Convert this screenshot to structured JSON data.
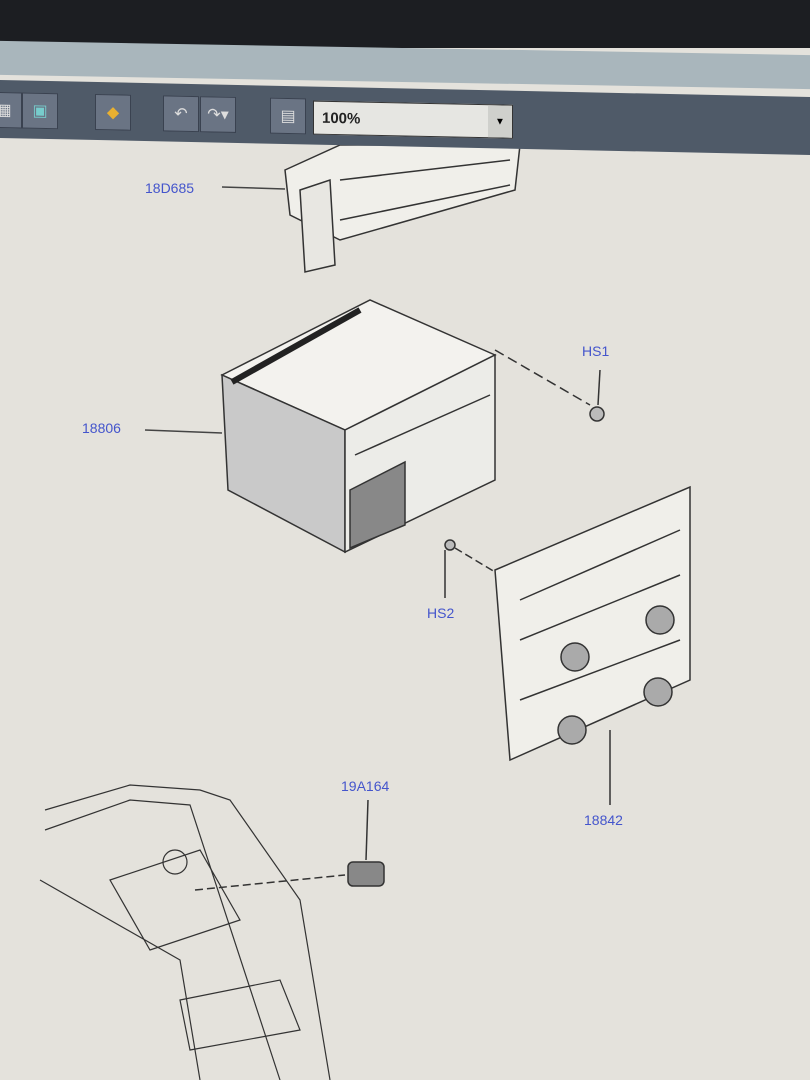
{
  "toolbar": {
    "zoom_value": "100%",
    "buttons": [
      "view-icon",
      "monitor-icon",
      "tools-icon",
      "undo-icon",
      "redo-icon",
      "notes-icon"
    ]
  },
  "diagram": {
    "labels": {
      "p1": "18D685",
      "p2": "18806",
      "p3": "HS1",
      "p4": "HS2",
      "p5": "18842",
      "p6": "19A164"
    }
  }
}
